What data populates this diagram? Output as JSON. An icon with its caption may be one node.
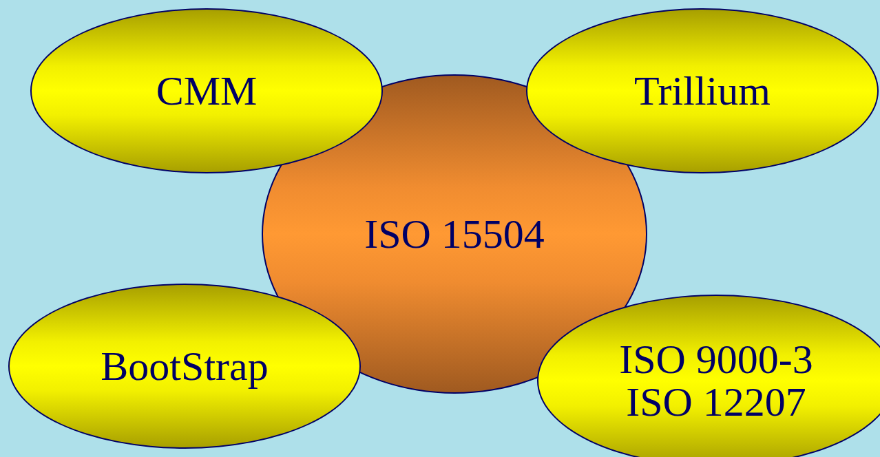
{
  "diagram": {
    "nodes": [
      {
        "text": [
          "CMM"
        ]
      },
      {
        "text": [
          "Trillium"
        ]
      },
      {
        "text": [
          "ISO 15504"
        ]
      },
      {
        "text": [
          "BootStrap"
        ]
      },
      {
        "text": [
          "ISO 9000-3",
          "ISO 12207"
        ]
      }
    ]
  }
}
